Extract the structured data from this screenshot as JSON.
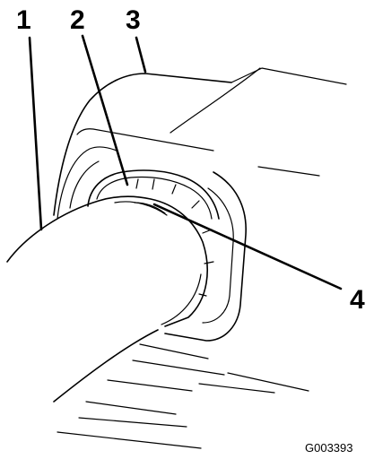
{
  "figure": {
    "callouts": [
      {
        "id": "c1",
        "label": "1"
      },
      {
        "id": "c2",
        "label": "2"
      },
      {
        "id": "c3",
        "label": "3"
      },
      {
        "id": "c4",
        "label": "4"
      }
    ],
    "figure_id": "G003393"
  },
  "colors": {
    "line": "#000000",
    "background": "#ffffff"
  }
}
